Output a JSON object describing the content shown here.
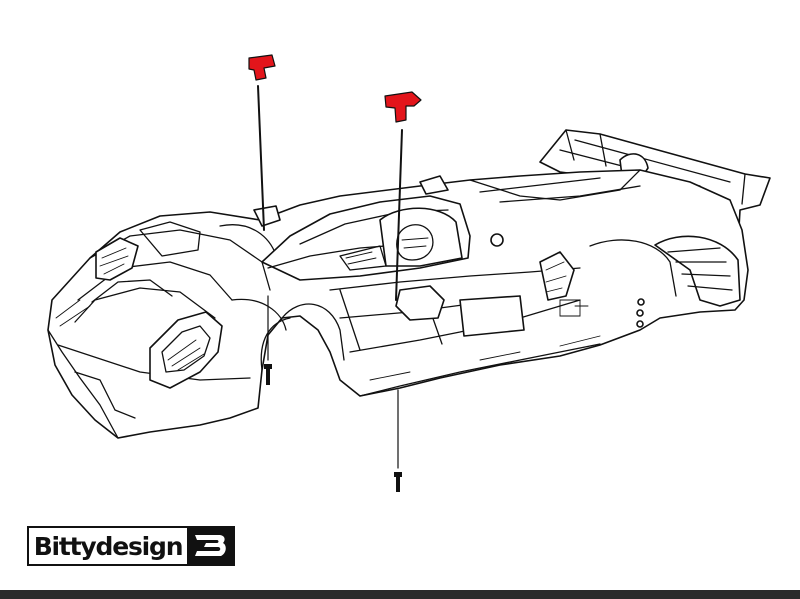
{
  "brand": {
    "name": "Bittydesign",
    "mark_icon": "bd-logo-mark-icon"
  },
  "colors": {
    "mount_clip": "#e3151b",
    "line_art": "#111111",
    "footer_bar": "#2b2b2b"
  },
  "parts": [
    {
      "name": "left-body-mount-clip",
      "icon": "t-clip-icon"
    },
    {
      "name": "right-body-mount-clip",
      "icon": "t-clip-icon"
    },
    {
      "name": "left-mount-screw",
      "icon": "screw-icon"
    },
    {
      "name": "right-mount-screw",
      "icon": "screw-icon"
    }
  ]
}
